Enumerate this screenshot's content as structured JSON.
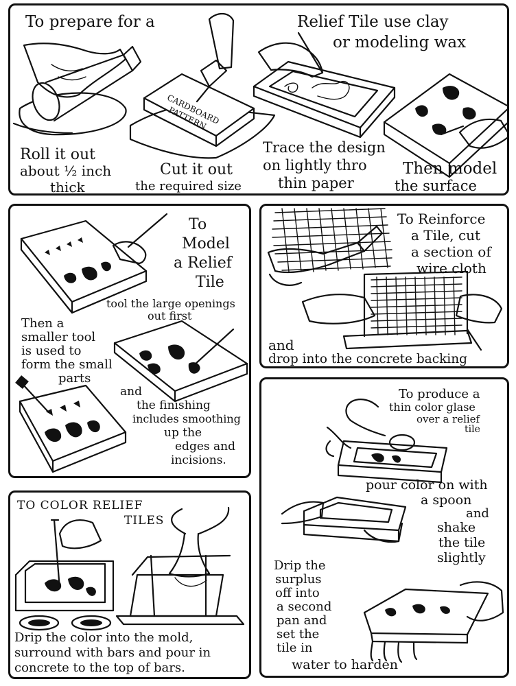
{
  "panel1": {
    "title_left": "To prepare for a",
    "title_right_1": "Relief Tile use clay",
    "title_right_2": "or modeling wax",
    "pattern_label_1": "CARDBOARD",
    "pattern_label_2": "PATTERN",
    "cap1": [
      "Roll it out",
      "about ½ inch",
      "thick"
    ],
    "cap2": [
      "Cut it out",
      "the required size"
    ],
    "cap3": [
      "Trace the design",
      "on lightly thro",
      "thin paper"
    ],
    "cap4": [
      "Then model",
      "the surface"
    ]
  },
  "panel2": {
    "title": [
      "To",
      "Model",
      "a Relief",
      "Tile"
    ],
    "cap1": [
      "tool the large openings",
      "out first"
    ],
    "cap2": [
      "Then a",
      "smaller tool",
      "is used to",
      "form the small",
      "parts"
    ],
    "cap3": [
      "and",
      "the finishing",
      "includes smoothing",
      "up the",
      "edges and",
      "incisions."
    ]
  },
  "panel3": {
    "title": [
      "To Reinforce",
      "a Tile, cut",
      "a section of",
      "wire cloth"
    ],
    "cap": [
      "and",
      "drop into the concrete backing"
    ]
  },
  "panel4": {
    "title_1": "TO COLOR RELIEF",
    "title_2": "TILES",
    "cap": [
      "Drip the color into the mold,",
      "surround with bars and pour in",
      "concrete to the top of bars."
    ]
  },
  "panel5": {
    "title": [
      "To produce a",
      "thin color glase",
      "over a relief",
      "tile"
    ],
    "cap1": [
      "pour color on with",
      "a spoon",
      "and",
      "shake",
      "the tile",
      "slightly"
    ],
    "cap2": [
      "Drip the",
      "surplus",
      "off into",
      "a second",
      "pan and",
      "set the",
      "tile in",
      "water to harden"
    ]
  },
  "colors": {
    "ink": "#111111",
    "paper": "#ffffff"
  }
}
